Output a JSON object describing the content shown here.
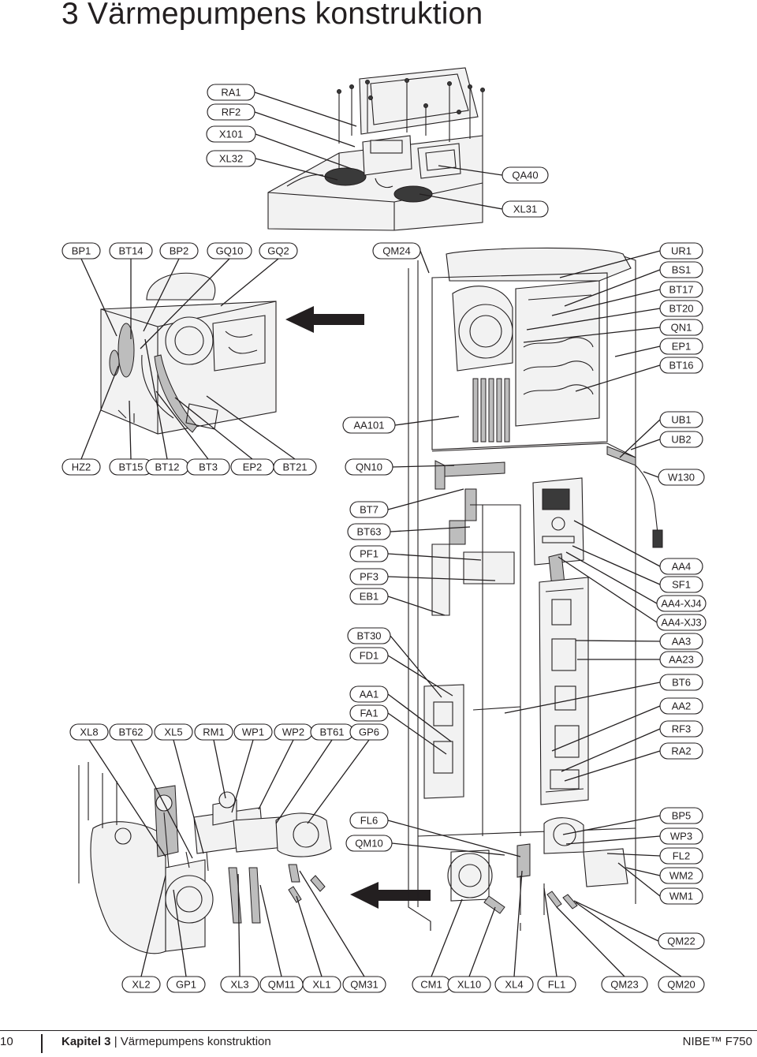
{
  "page": {
    "title": "3 Värmepumpens konstruktion",
    "footer": {
      "page_number": "10",
      "chapter_prefix": "Kapitel 3",
      "chapter_separator": "|",
      "chapter_title": "Värmepumpens konstruktion",
      "brand": "NIBE™ F750"
    }
  },
  "labels": {
    "RA1": "RA1",
    "RF2": "RF2",
    "X101": "X101",
    "XL32": "XL32",
    "QA40": "QA40",
    "XL31": "XL31",
    "BP1": "BP1",
    "BT14": "BT14",
    "BP2": "BP2",
    "GQ10": "GQ10",
    "GQ2": "GQ2",
    "QM24": "QM24",
    "UR1": "UR1",
    "BS1": "BS1",
    "BT17": "BT17",
    "BT20": "BT20",
    "QN1": "QN1",
    "EP1": "EP1",
    "BT16": "BT16",
    "AA101": "AA101",
    "UB1": "UB1",
    "UB2": "UB2",
    "HZ2": "HZ2",
    "BT15": "BT15",
    "BT12": "BT12",
    "BT3": "BT3",
    "EP2": "EP2",
    "BT21": "BT21",
    "QN10": "QN10",
    "W130": "W130",
    "BT7": "BT7",
    "BT63": "BT63",
    "PF1": "PF1",
    "PF3": "PF3",
    "EB1": "EB1",
    "AA4": "AA4",
    "SF1": "SF1",
    "AA4-XJ4": "AA4-XJ4",
    "AA4-XJ3": "AA4-XJ3",
    "AA3": "AA3",
    "AA23": "AA23",
    "BT30": "BT30",
    "FD1": "FD1",
    "BT6": "BT6",
    "AA1": "AA1",
    "FA1": "FA1",
    "AA2": "AA2",
    "XL8": "XL8",
    "BT62": "BT62",
    "XL5": "XL5",
    "RM1": "RM1",
    "WP1": "WP1",
    "WP2": "WP2",
    "BT61": "BT61",
    "GP6": "GP6",
    "RF3": "RF3",
    "RA2": "RA2",
    "FL6": "FL6",
    "BP5": "BP5",
    "QM10": "QM10",
    "WP3": "WP3",
    "FL2": "FL2",
    "WM2": "WM2",
    "WM1": "WM1",
    "QM22": "QM22",
    "XL2": "XL2",
    "GP1": "GP1",
    "XL3": "XL3",
    "QM11": "QM11",
    "XL1": "XL1",
    "QM31": "QM31",
    "CM1": "CM1",
    "XL10": "XL10",
    "XL4": "XL4",
    "FL1": "FL1",
    "QM23": "QM23",
    "QM20": "QM20"
  },
  "icons": [
    "arrow-left-icon-upper",
    "arrow-left-icon-lower"
  ]
}
